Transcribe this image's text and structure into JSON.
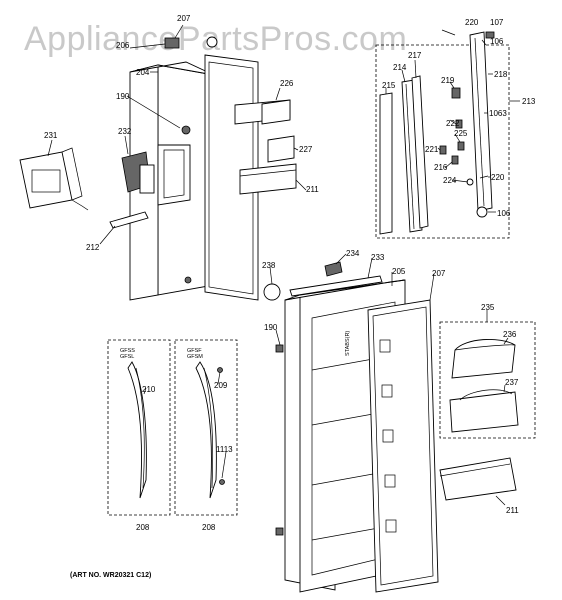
{
  "watermark": "AppliancePartsPros.com",
  "art_number": "(ART NO. WR20321 C12)",
  "labels": {
    "l207a": "207",
    "l206": "206",
    "l204": "204",
    "l190a": "190",
    "l226": "226",
    "l231": "231",
    "l232": "232",
    "l227": "227",
    "l211a": "211",
    "l212": "212",
    "l220a": "220",
    "l107": "107",
    "l106a": "106",
    "l214": "214",
    "l217": "217",
    "l218": "218",
    "l215": "215",
    "l219": "219",
    "l213": "213",
    "l222": "222",
    "l1063": "1063",
    "l225": "225",
    "l221": "221",
    "l216": "216",
    "l224": "224",
    "l220b": "220",
    "l106b": "106",
    "l234": "234",
    "l238": "238",
    "l233": "233",
    "l205": "205",
    "l207b": "207",
    "l235": "235",
    "l236": "236",
    "l237": "237",
    "l190b": "190",
    "l210": "210",
    "l209": "209",
    "l1113": "1113",
    "l208a": "208",
    "l208b": "208",
    "l211b": "211"
  },
  "model_tags": {
    "left_top": "GFSS",
    "left_bottom": "GFSL",
    "right_top": "GFSF",
    "right_bottom": "GFSM"
  },
  "door_text": "STABS(R)"
}
